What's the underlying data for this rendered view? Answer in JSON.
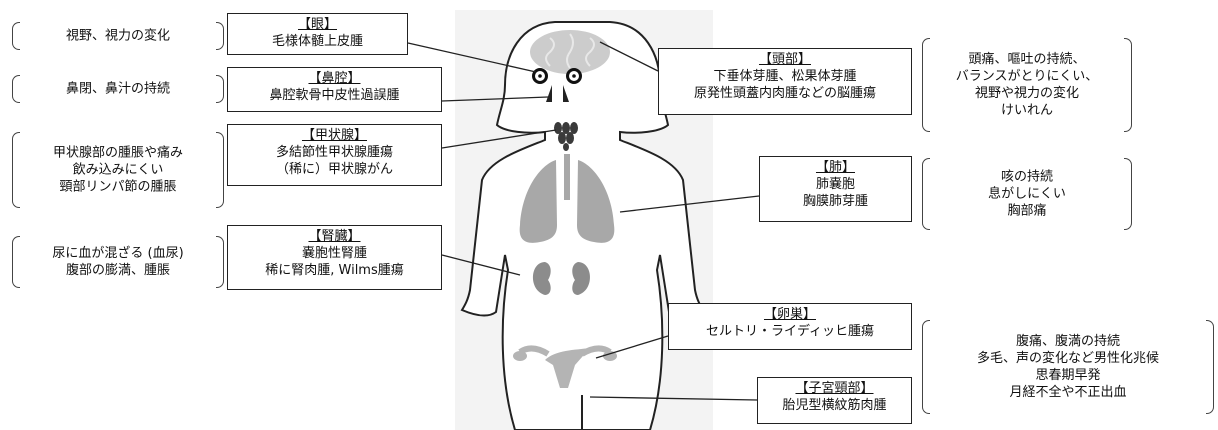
{
  "boxes": {
    "eye": {
      "title": "【眼】",
      "lines": [
        "毛様体髄上皮腫"
      ]
    },
    "nasal": {
      "title": "【鼻腔】",
      "lines": [
        "鼻腔軟骨中皮性過誤腫"
      ]
    },
    "thyroid": {
      "title": "【甲状腺】",
      "lines": [
        "多結節性甲状腺腫瘍",
        "（稀に）甲状腺がん"
      ]
    },
    "kidney": {
      "title": "【腎臓】",
      "lines": [
        "嚢胞性腎腫",
        "稀に腎肉腫, Wilms腫瘍"
      ]
    },
    "head": {
      "title": "【頭部】",
      "lines": [
        "下垂体芽腫、松果体芽腫",
        "原発性頭蓋内肉腫などの脳腫瘍"
      ]
    },
    "lung": {
      "title": "【肺】",
      "lines": [
        "肺嚢胞",
        "胸膜肺芽腫"
      ]
    },
    "ovary": {
      "title": "【卵巣】",
      "lines": [
        "セルトリ・ライディッヒ腫瘍"
      ]
    },
    "cervix": {
      "title": "【子宮頸部】",
      "lines": [
        "胎児型横紋筋肉腫"
      ]
    }
  },
  "symptoms": {
    "eye": [
      "視野、視力の変化"
    ],
    "nasal": [
      "鼻閉、鼻汁の持続"
    ],
    "thyroid": [
      "甲状腺部の腫脹や痛み",
      "飲み込みにくい",
      "頸部リンパ節の腫脹"
    ],
    "kidney": [
      "尿に血が混ざる (血尿)",
      "腹部の膨満、腫脹"
    ],
    "head": [
      "頭痛、嘔吐の持続、",
      "バランスがとりにくい、",
      "視野や視力の変化",
      "けいれん"
    ],
    "lung": [
      "咳の持続",
      "息がしにくい",
      "胸部痛"
    ],
    "pelvis": [
      "腹痛、腹満の持続",
      "多毛、声の変化など男性化兆候",
      "思春期早発",
      "月経不全や不正出血"
    ]
  },
  "colors": {
    "organ_gray": "#a8a8a8",
    "kidney_gray": "#8c8c8c",
    "brain_gray": "#c9c9c9",
    "outline": "#222222"
  }
}
